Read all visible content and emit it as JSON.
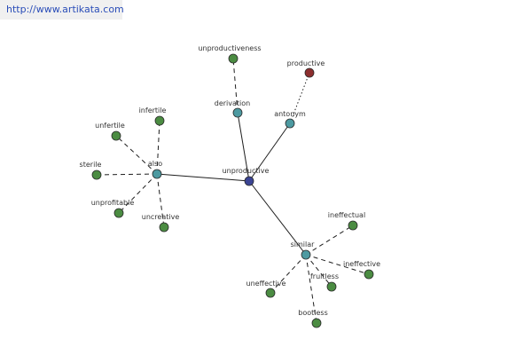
{
  "source": {
    "url_text": "http://www.artikata.com"
  },
  "colors": {
    "center": "#3b4494",
    "relation": "#4d9aa1",
    "term": "#4b8c42",
    "antonym_term": "#8c2e2e",
    "edge": "#1e1e1e"
  },
  "graph": {
    "nodes": [
      {
        "id": "unproductive",
        "label": "unproductive",
        "kind": "center"
      },
      {
        "id": "derivation",
        "label": "derivation",
        "kind": "relation"
      },
      {
        "id": "antonym",
        "label": "antonym",
        "kind": "relation"
      },
      {
        "id": "also",
        "label": "also",
        "kind": "relation"
      },
      {
        "id": "similar",
        "label": "similar",
        "kind": "relation"
      },
      {
        "id": "unproductiveness",
        "label": "unproductiveness",
        "kind": "term"
      },
      {
        "id": "productive",
        "label": "productive",
        "kind": "antonym_term"
      },
      {
        "id": "infertile",
        "label": "infertile",
        "kind": "term"
      },
      {
        "id": "unfertile",
        "label": "unfertile",
        "kind": "term"
      },
      {
        "id": "sterile",
        "label": "sterile",
        "kind": "term"
      },
      {
        "id": "unprofitable",
        "label": "unprofitable",
        "kind": "term"
      },
      {
        "id": "uncreative",
        "label": "uncreative",
        "kind": "term"
      },
      {
        "id": "ineffectual",
        "label": "ineffectual",
        "kind": "term"
      },
      {
        "id": "ineffective",
        "label": "ineffective",
        "kind": "term"
      },
      {
        "id": "fruitless",
        "label": "fruitless",
        "kind": "term"
      },
      {
        "id": "uneffective",
        "label": "uneffective",
        "kind": "term"
      },
      {
        "id": "bootless",
        "label": "bootless",
        "kind": "term"
      }
    ],
    "edges": [
      {
        "from": "unproductive",
        "to": "derivation",
        "style": "solid"
      },
      {
        "from": "unproductive",
        "to": "antonym",
        "style": "solid"
      },
      {
        "from": "unproductive",
        "to": "also",
        "style": "solid"
      },
      {
        "from": "unproductive",
        "to": "similar",
        "style": "solid"
      },
      {
        "from": "derivation",
        "to": "unproductiveness",
        "style": "dashed"
      },
      {
        "from": "antonym",
        "to": "productive",
        "style": "dotted"
      },
      {
        "from": "also",
        "to": "infertile",
        "style": "dashed"
      },
      {
        "from": "also",
        "to": "unfertile",
        "style": "dashed"
      },
      {
        "from": "also",
        "to": "sterile",
        "style": "dashed"
      },
      {
        "from": "also",
        "to": "unprofitable",
        "style": "dashed"
      },
      {
        "from": "also",
        "to": "uncreative",
        "style": "dashed"
      },
      {
        "from": "similar",
        "to": "ineffectual",
        "style": "dashed"
      },
      {
        "from": "similar",
        "to": "ineffective",
        "style": "dashed"
      },
      {
        "from": "similar",
        "to": "fruitless",
        "style": "dashed"
      },
      {
        "from": "similar",
        "to": "uneffective",
        "style": "dashed"
      },
      {
        "from": "similar",
        "to": "bootless",
        "style": "dashed"
      }
    ]
  }
}
